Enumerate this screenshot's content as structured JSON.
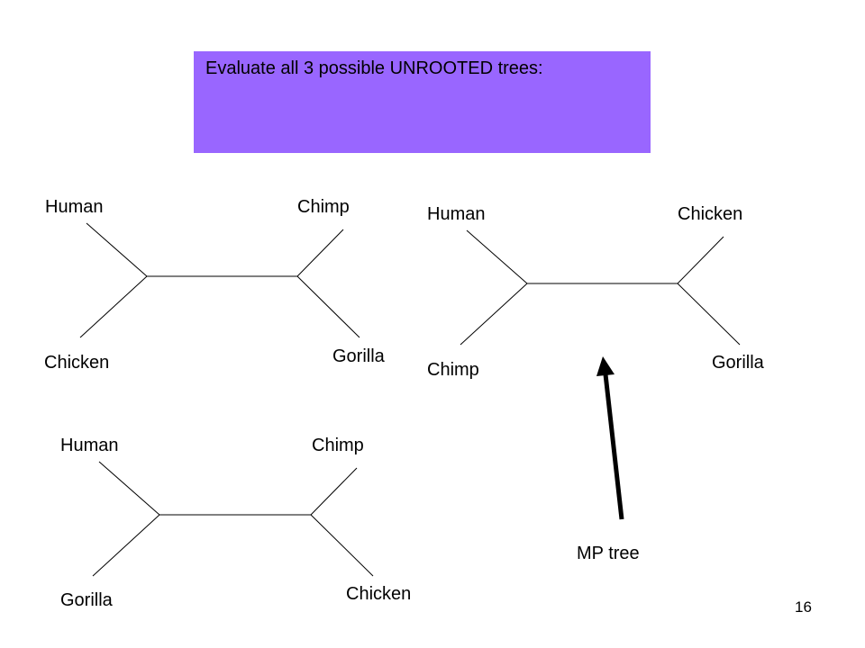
{
  "slide": {
    "title": "Evaluate all 3 possible UNROOTED trees:",
    "page_number": "16",
    "highlight_color": "#9966ff"
  },
  "trees": [
    {
      "human": "Human",
      "top_right": "Chimp",
      "bottom_left": "Chicken",
      "bottom_right": "Gorilla"
    },
    {
      "human": "Human",
      "top_right": "Chicken",
      "bottom_left": "Chimp",
      "bottom_right": "Gorilla"
    },
    {
      "human": "Human",
      "top_right": "Chimp",
      "bottom_left": "Gorilla",
      "bottom_right": "Chicken"
    }
  ],
  "mp_label": "MP tree"
}
